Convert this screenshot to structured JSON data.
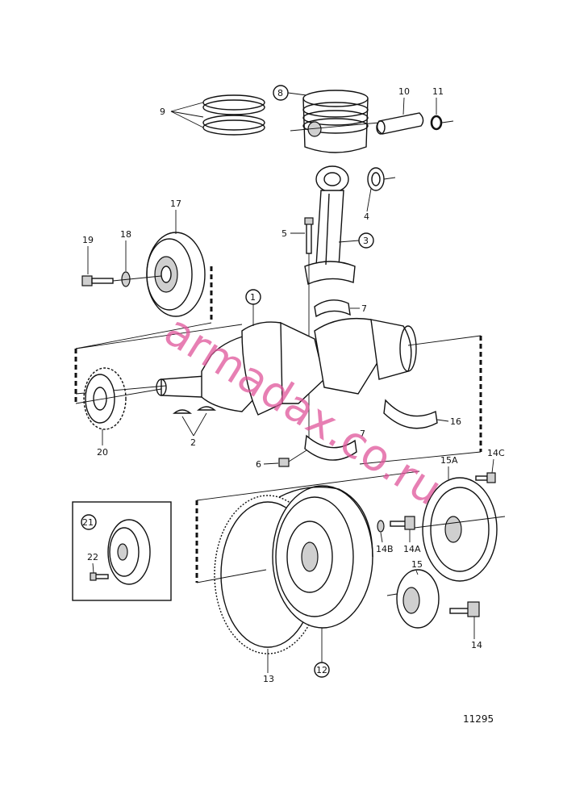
{
  "watermark": "armadax.co.ru",
  "drawing_number": "11295",
  "callouts": {
    "c1": "1",
    "c2": "2",
    "c3": "3",
    "c4": "4",
    "c5": "5",
    "c6": "6",
    "c7a": "7",
    "c7b": "7",
    "c8": "8",
    "c9": "9",
    "c10": "10",
    "c11": "11",
    "c12": "12",
    "c13": "13",
    "c14": "14",
    "c14a": "14A",
    "c14b": "14B",
    "c14c": "14C",
    "c15": "15",
    "c15a": "15A",
    "c16": "16",
    "c17": "17",
    "c18": "18",
    "c19": "19",
    "c20": "20",
    "c21": "21",
    "c22": "22"
  }
}
